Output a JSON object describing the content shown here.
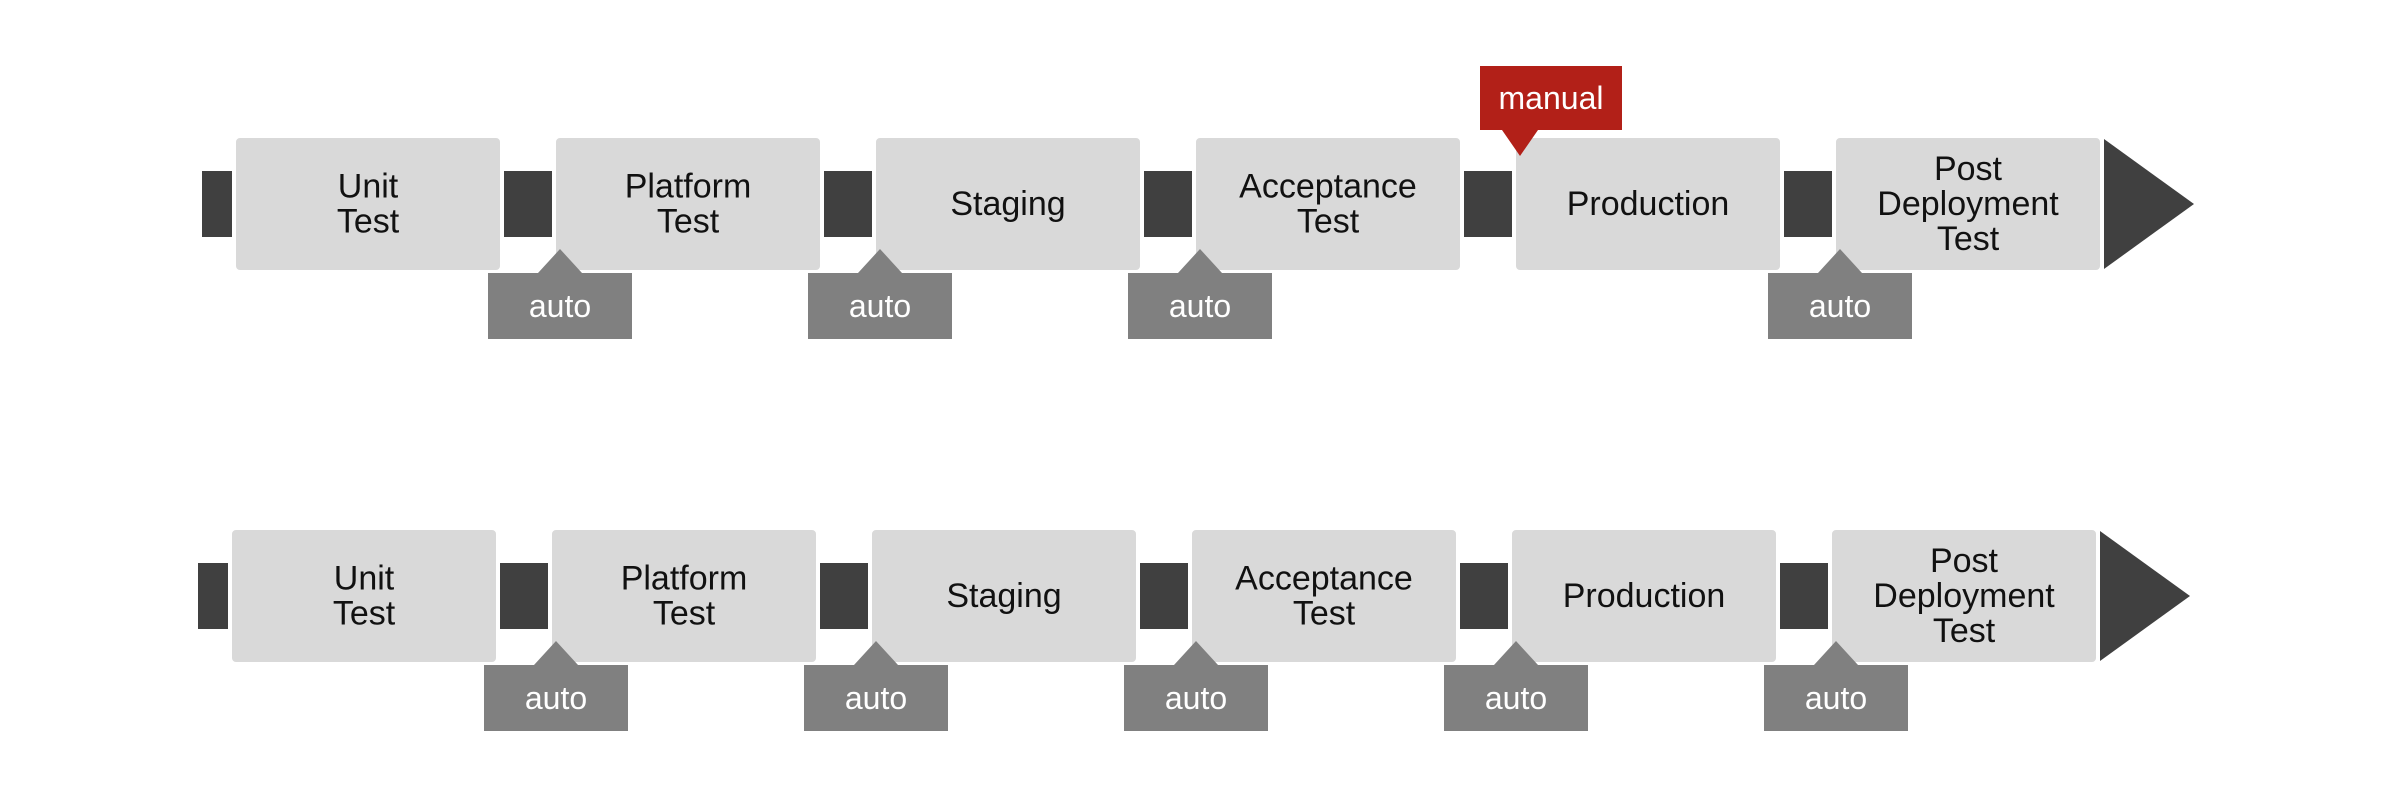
{
  "colors": {
    "stage_fill": "#d9d9d9",
    "connector": "#404040",
    "auto_tag": "#808080",
    "manual_tag": "#b22018",
    "text_dark": "#111111",
    "text_light": "#ffffff"
  },
  "pipelines": [
    {
      "stages": [
        {
          "lines": [
            "Unit",
            "Test"
          ]
        },
        {
          "lines": [
            "Platform",
            "Test"
          ]
        },
        {
          "lines": [
            "Staging"
          ]
        },
        {
          "lines": [
            "Acceptance",
            "Test"
          ]
        },
        {
          "lines": [
            "Production"
          ]
        },
        {
          "lines": [
            "Post",
            "Deployment",
            "Test"
          ]
        }
      ],
      "gates": [
        {
          "label": "auto",
          "type": "auto"
        },
        {
          "label": "auto",
          "type": "auto"
        },
        {
          "label": "auto",
          "type": "auto"
        },
        {
          "label": "manual",
          "type": "manual"
        },
        {
          "label": "auto",
          "type": "auto"
        }
      ]
    },
    {
      "stages": [
        {
          "lines": [
            "Unit",
            "Test"
          ]
        },
        {
          "lines": [
            "Platform",
            "Test"
          ]
        },
        {
          "lines": [
            "Staging"
          ]
        },
        {
          "lines": [
            "Acceptance",
            "Test"
          ]
        },
        {
          "lines": [
            "Production"
          ]
        },
        {
          "lines": [
            "Post",
            "Deployment",
            "Test"
          ]
        }
      ],
      "gates": [
        {
          "label": "auto",
          "type": "auto"
        },
        {
          "label": "auto",
          "type": "auto"
        },
        {
          "label": "auto",
          "type": "auto"
        },
        {
          "label": "auto",
          "type": "auto"
        },
        {
          "label": "auto",
          "type": "auto"
        }
      ]
    }
  ]
}
